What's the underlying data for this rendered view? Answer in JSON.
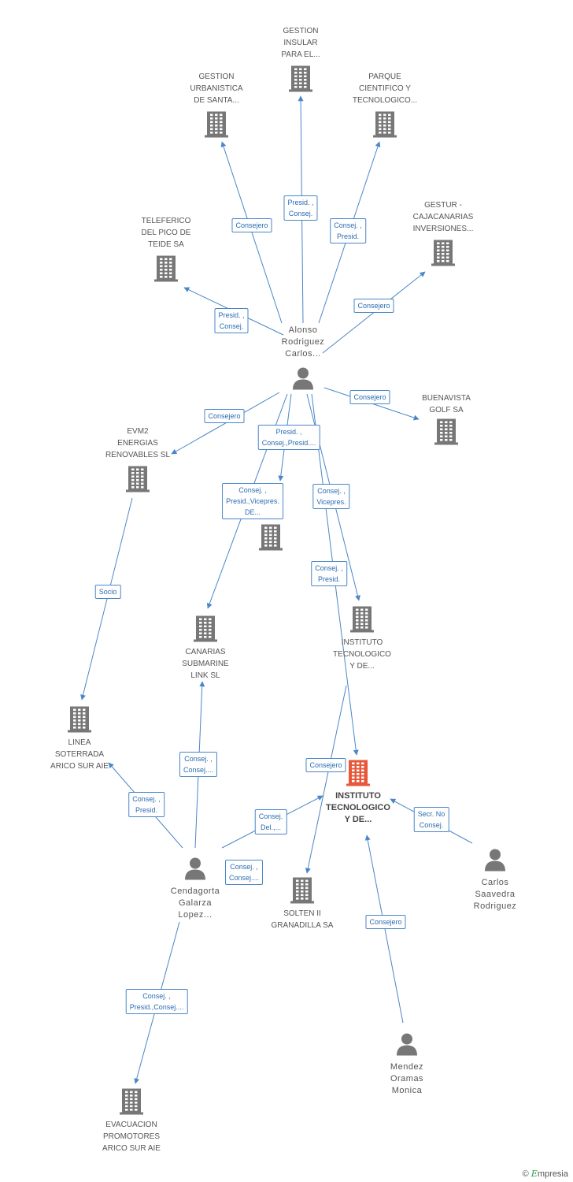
{
  "nodes": [
    {
      "id": "gestion_insular",
      "type": "company",
      "label": "GESTION\nINSULAR\nPARA EL...",
      "icon": "building-icon"
    },
    {
      "id": "gestion_urbanistica",
      "type": "company",
      "label": "GESTION\nURBANISTICA\nDE SANTA...",
      "icon": "building-icon"
    },
    {
      "id": "parque_cientifico",
      "type": "company",
      "label": "PARQUE\nCIENTIFICO Y\nTECNOLOGICO...",
      "icon": "building-icon"
    },
    {
      "id": "teleferico",
      "type": "company",
      "label": "TELEFERICO\nDEL PICO DE\nTEIDE SA",
      "icon": "building-icon"
    },
    {
      "id": "gestur",
      "type": "company",
      "label": "GESTUR -\nCAJACANARIAS\nINVERSIONES...",
      "icon": "building-icon"
    },
    {
      "id": "alonso",
      "type": "person",
      "label": "Alonso\nRodriguez\nCarlos...",
      "icon": "person-icon"
    },
    {
      "id": "buenavista",
      "type": "company",
      "label": "BUENAVISTA\nGOLF SA",
      "icon": "building-icon"
    },
    {
      "id": "evm2",
      "type": "company",
      "label": "EVM2\nENERGIAS\nRENOVABLES SL",
      "icon": "building-icon"
    },
    {
      "id": "hidden_company",
      "type": "company",
      "label": "",
      "icon": "building-icon"
    },
    {
      "id": "canarias_submarine",
      "type": "company",
      "label": "CANARIAS\nSUBMARINE\nLINK SL",
      "icon": "building-icon"
    },
    {
      "id": "instituto_1",
      "type": "company",
      "label": "INSTITUTO\nTECNOLOGICO\nY DE...",
      "icon": "building-icon"
    },
    {
      "id": "linea_soterrada",
      "type": "company",
      "label": "LINEA\nSOTERRADA\nARICO SUR AIE",
      "icon": "building-icon"
    },
    {
      "id": "instituto_main",
      "type": "company-main",
      "label": "INSTITUTO\nTECNOLOGICO\nY DE...",
      "icon": "building-icon"
    },
    {
      "id": "carlos_saavedra",
      "type": "person",
      "label": "Carlos\nSaavedra\nRodriguez",
      "icon": "person-icon"
    },
    {
      "id": "cendagorta",
      "type": "person",
      "label": "Cendagorta\nGalarza\nLopez...",
      "icon": "person-icon"
    },
    {
      "id": "solten",
      "type": "company",
      "label": "SOLTEN II\nGRANADILLA SA",
      "icon": "building-icon"
    },
    {
      "id": "mendez",
      "type": "person",
      "label": "Mendez\nOramas\nMonica",
      "icon": "person-icon"
    },
    {
      "id": "evacuacion",
      "type": "company",
      "label": "EVACUACION\nPROMOTORES\nARICO SUR AIE",
      "icon": "building-icon"
    }
  ],
  "edges": [
    {
      "from": "alonso",
      "to": "gestion_insular",
      "label": "Presid. ,\nConsej."
    },
    {
      "from": "alonso",
      "to": "gestion_urbanistica",
      "label": "Consejero"
    },
    {
      "from": "alonso",
      "to": "parque_cientifico",
      "label": "Consej. ,\nPresid."
    },
    {
      "from": "alonso",
      "to": "teleferico",
      "label": "Presid. ,\nConsej."
    },
    {
      "from": "alonso",
      "to": "gestur",
      "label": "Consejero"
    },
    {
      "from": "alonso",
      "to": "buenavista",
      "label": "Consejero"
    },
    {
      "from": "alonso",
      "to": "evm2",
      "label": "Consejero"
    },
    {
      "from": "alonso",
      "to": "hidden_company",
      "label": "Presid. ,\nConsej.,Presid...."
    },
    {
      "from": "alonso",
      "to": "canarias_submarine",
      "label": "Consej. ,\nPresid.,Vicepres.\nDE..."
    },
    {
      "from": "alonso",
      "to": "instituto_1",
      "label": "Consej. ,\nVicepres."
    },
    {
      "from": "alonso",
      "to": "instituto_main",
      "label": "Consej. ,\nPresid."
    },
    {
      "from": "evm2",
      "to": "linea_soterrada",
      "label": "Socio"
    },
    {
      "from": "cendagorta",
      "to": "canarias_submarine",
      "label": "Consej. ,\nConsej...."
    },
    {
      "from": "cendagorta",
      "to": "linea_soterrada",
      "label": "Consej. ,\nPresid."
    },
    {
      "from": "cendagorta",
      "to": "instituto_main",
      "label": "Consej.\nDel.,..."
    },
    {
      "from": "cendagorta",
      "to": "solten",
      "label": "Consej. ,\nConsej...."
    },
    {
      "from": "cendagorta",
      "to": "evacuacion",
      "label": "Consej. ,\nPresid.,Consej...."
    },
    {
      "from": "alonso",
      "to": "solten",
      "label": "Consejero"
    },
    {
      "from": "carlos_saavedra",
      "to": "instituto_main",
      "label": "Secr. No\nConsej."
    },
    {
      "from": "mendez",
      "to": "instituto_main",
      "label": "Consejero"
    }
  ],
  "colors": {
    "edge": "#4a86c8",
    "node": "#777777",
    "main": "#e8573a",
    "edge_text": "#2b6cb0"
  },
  "brand": {
    "copyright": "©",
    "name": "mpresia",
    "initial": "E"
  }
}
